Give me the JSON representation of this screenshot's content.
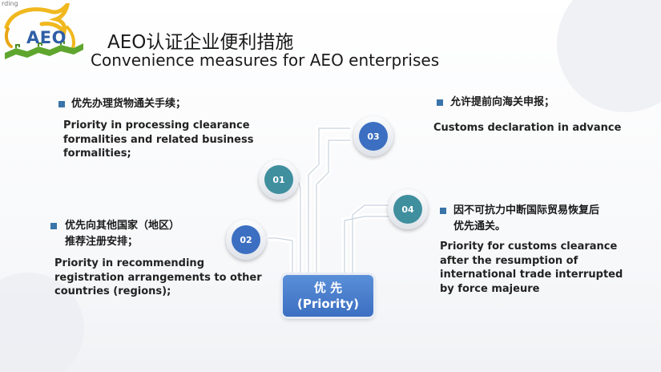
{
  "header": {
    "corner_tag": "rding",
    "logo_text": "AEO",
    "title_cn": "AEO认证企业便利措施",
    "title_en": "Convenience measures for AEO enterprises"
  },
  "items": [
    {
      "number": "01",
      "cn": "优先办理货物通关手续；",
      "en": [
        "Priority in processing clearance",
        "formalities and related business",
        "formalities;"
      ]
    },
    {
      "number": "02",
      "cn": [
        "优先向其他国家（地区）",
        "推荐注册安排；"
      ],
      "en": [
        "Priority in recommending",
        "registration arrangements to other",
        "countries (regions);"
      ]
    },
    {
      "number": "03",
      "cn": "允许提前向海关申报；",
      "en": [
        "Customs declaration in advance"
      ]
    },
    {
      "number": "04",
      "cn": [
        "因不可抗力中断国际贸易恢复后",
        "优先通关。"
      ],
      "en": [
        "Priority for customs clearance",
        "after the resumption of",
        "international trade interrupted",
        "by force majeure"
      ]
    }
  ],
  "center": {
    "cn": "优 先",
    "en": "(Priority)"
  },
  "colors": {
    "accent_blue": "#3c6fc1",
    "teal": "#3f8f9e",
    "bullet": "#3a74a8",
    "logo_green": "#5fa62e"
  }
}
